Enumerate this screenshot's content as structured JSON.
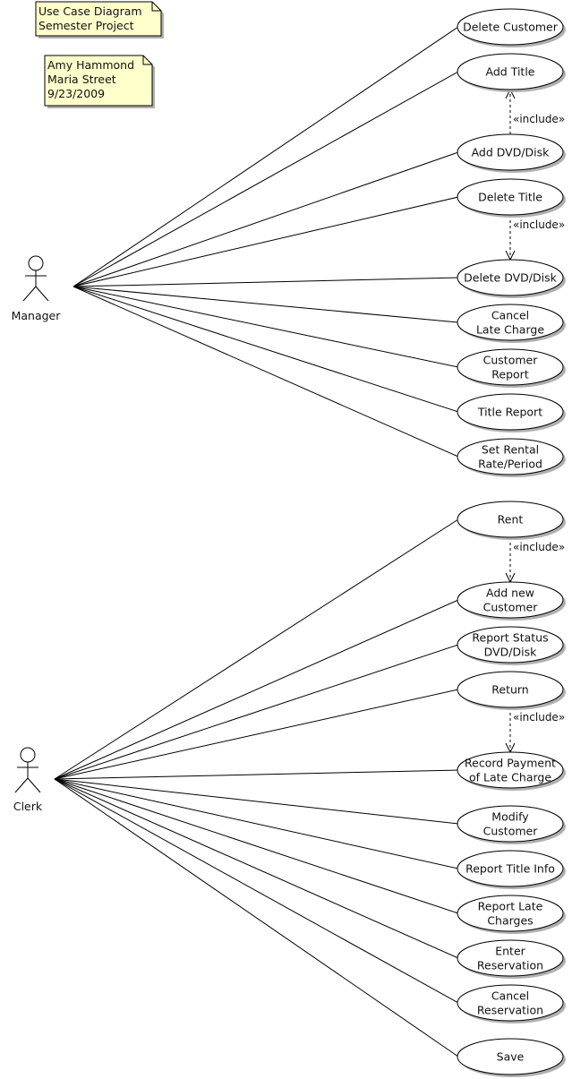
{
  "notes": [
    {
      "id": "title-note",
      "lines": [
        "Use Case Diagram",
        "Semester Project"
      ]
    },
    {
      "id": "author-note",
      "lines": [
        "Amy Hammond",
        "Maria Street",
        "9/23/2009"
      ]
    }
  ],
  "actors": [
    {
      "id": "manager",
      "label": "Manager"
    },
    {
      "id": "clerk",
      "label": "Clerk"
    }
  ],
  "use_cases": [
    {
      "id": "delete-customer",
      "lines": [
        "Delete Customer"
      ],
      "actor": "manager"
    },
    {
      "id": "add-title",
      "lines": [
        "Add Title"
      ],
      "actor": "manager"
    },
    {
      "id": "add-dvd-disk",
      "lines": [
        "Add DVD/Disk"
      ],
      "actor": "manager"
    },
    {
      "id": "delete-title",
      "lines": [
        "Delete Title"
      ],
      "actor": "manager"
    },
    {
      "id": "delete-dvd-disk",
      "lines": [
        "Delete DVD/Disk"
      ],
      "actor": "manager"
    },
    {
      "id": "cancel-late-charge",
      "lines": [
        "Cancel",
        "Late Charge"
      ],
      "actor": "manager"
    },
    {
      "id": "customer-report",
      "lines": [
        "Customer",
        "Report"
      ],
      "actor": "manager"
    },
    {
      "id": "title-report",
      "lines": [
        "Title Report"
      ],
      "actor": "manager"
    },
    {
      "id": "set-rental-rate",
      "lines": [
        "Set Rental",
        "Rate/Period"
      ],
      "actor": "manager"
    },
    {
      "id": "rent",
      "lines": [
        "Rent"
      ],
      "actor": "clerk"
    },
    {
      "id": "add-new-customer",
      "lines": [
        "Add new",
        "Customer"
      ],
      "actor": "clerk"
    },
    {
      "id": "report-status-dvd",
      "lines": [
        "Report Status",
        "DVD/Disk"
      ],
      "actor": "clerk"
    },
    {
      "id": "return",
      "lines": [
        "Return"
      ],
      "actor": "clerk"
    },
    {
      "id": "record-payment",
      "lines": [
        "Record Payment",
        "of Late Charge"
      ],
      "actor": "clerk"
    },
    {
      "id": "modify-customer",
      "lines": [
        "Modify",
        "Customer"
      ],
      "actor": "clerk"
    },
    {
      "id": "report-title-info",
      "lines": [
        "Report Title Info"
      ],
      "actor": "clerk"
    },
    {
      "id": "report-late-charges",
      "lines": [
        "Report Late",
        "Charges"
      ],
      "actor": "clerk"
    },
    {
      "id": "enter-reservation",
      "lines": [
        "Enter",
        "Reservation"
      ],
      "actor": "clerk"
    },
    {
      "id": "cancel-reservation",
      "lines": [
        "Cancel",
        "Reservation"
      ],
      "actor": "clerk"
    },
    {
      "id": "save",
      "lines": [
        "Save"
      ],
      "actor": "clerk"
    }
  ],
  "includes": [
    {
      "from": "add-dvd-disk",
      "to": "add-title",
      "label": "«include»"
    },
    {
      "from": "delete-title",
      "to": "delete-dvd-disk",
      "label": "«include»"
    },
    {
      "from": "rent",
      "to": "add-new-customer",
      "label": "«include»"
    },
    {
      "from": "return",
      "to": "record-payment",
      "label": "«include»"
    }
  ],
  "colors": {
    "note_fill": "#ffffcc",
    "note_border": "#000000",
    "shadow": "#b0b0b0",
    "line": "#000000",
    "ellipse_fill": "#ffffff"
  }
}
